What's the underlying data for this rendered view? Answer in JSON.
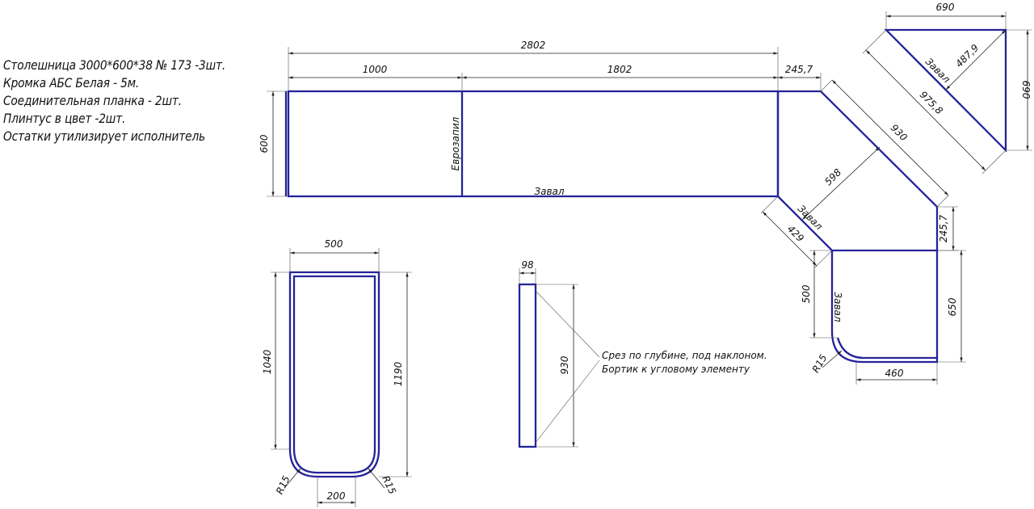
{
  "notes": [
    "Столешница 3000*600*38 № 173 -3шт.",
    "Кромка АБС Белая - 5м.",
    "Соединительная планка - 2шт.",
    "Плинтус в цвет -2шт.",
    "Остатки утилизирует исполнитель"
  ],
  "main": {
    "dim_total": "2802",
    "dim_left": "1000",
    "dim_right": "1802",
    "dim_corner": "245,7",
    "dim_height": "600",
    "label_eurozapil": "Еврозапил",
    "label_zaval": "Завал"
  },
  "corner": {
    "dim_930": "930",
    "dim_598": "598",
    "dim_429": "429",
    "dim_245": "245,7",
    "label_zaval": "Завал"
  },
  "triangle": {
    "dim_top": "690",
    "dim_right": "690",
    "dim_diag": "975,8",
    "dim_inner": "487,9",
    "label_zaval": "Завал"
  },
  "bottom_right": {
    "dim_650": "650",
    "dim_500": "500",
    "dim_460": "460",
    "dim_r15": "R15",
    "label_zaval": "Завал"
  },
  "bottom_left": {
    "dim_width": "500",
    "dim_inner_h": "1040",
    "dim_outer_h": "1190",
    "dim_bottom": "200",
    "dim_r15_left": "R15",
    "dim_r15_right": "R15"
  },
  "plinth": {
    "dim_width": "98",
    "dim_height": "930",
    "note_line1": "Срез по глубине, под наклоном.",
    "note_line2": "Бортик к угловому элементу"
  }
}
